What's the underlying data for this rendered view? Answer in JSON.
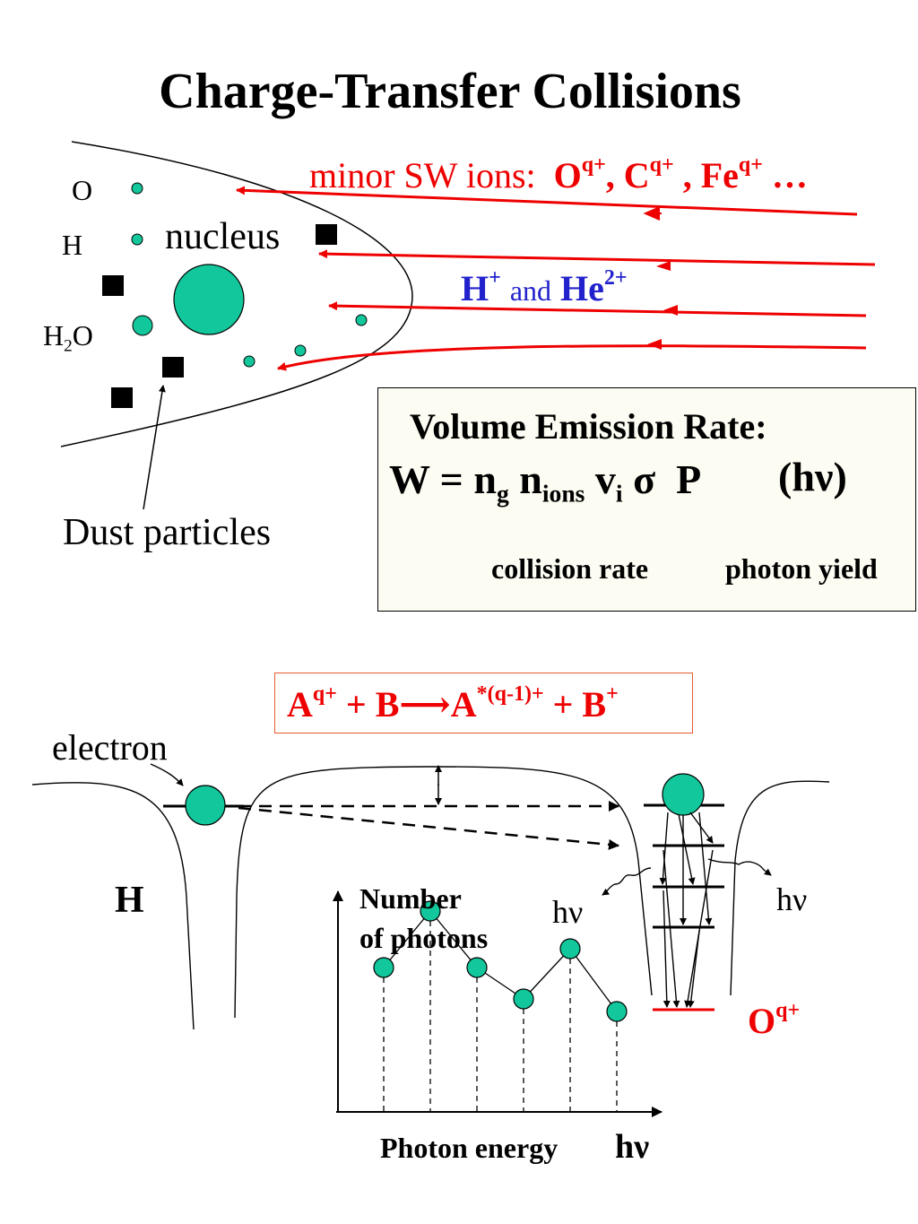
{
  "title": "Charge-Transfer Collisions",
  "species": {
    "o": "O",
    "h": "H",
    "h2o_h": "H",
    "h2o_sub": "2",
    "h2o_o": "O"
  },
  "nucleus_label": "nucleus",
  "dust_label": "Dust particles",
  "minor_ions": {
    "prefix": "minor SW ions:",
    "ion1": "O",
    "ion1_sup": "q+",
    "ion2": "C",
    "ion2_sup": "q+",
    "ion3": "Fe",
    "ion3_sup": "q+",
    "ellipsis": "…"
  },
  "protons": {
    "h": "H",
    "h_sup": "+",
    "and": "and",
    "he": "He",
    "he_sup": "2+"
  },
  "emission": {
    "heading": "Volume Emission Rate:",
    "w": "W = n",
    "g_sub": "g",
    "n": "n",
    "ions_sub": "ions",
    "v": "v",
    "i_sub": "i",
    "sigma": "σ",
    "p": "P",
    "hv": "(hν)",
    "collision_rate": "collision rate",
    "photon_yield": "photon yield"
  },
  "reaction": {
    "a": "A",
    "a_sup": "q+",
    "plus_b": "+ B",
    "arrow": "⟶",
    "a2": "A",
    "a2_sup": "*(q-1)+",
    "plus_b2": "+ B",
    "b2_sup": "+"
  },
  "electron_label": "electron",
  "h_label": "H",
  "hv_left": "hν",
  "hv_right": "hν",
  "oq": {
    "o": "O",
    "sup": "q+"
  },
  "inset": {
    "ylabel_1": "Number",
    "ylabel_2": "of photons",
    "xlabel": "Photon energy",
    "xlabel_hv": "hν"
  },
  "colors": {
    "ion_red": "#ee0000",
    "proton_blue": "#2222cc",
    "particle_green": "#12c79b"
  },
  "chart_data": {
    "type": "line",
    "x": [
      1,
      2,
      3,
      4,
      5,
      6
    ],
    "values": [
      2.3,
      3.2,
      2.3,
      1.8,
      2.6,
      1.6
    ],
    "ylim": [
      0,
      4
    ],
    "xlim": [
      0,
      7
    ],
    "grid": false
  }
}
